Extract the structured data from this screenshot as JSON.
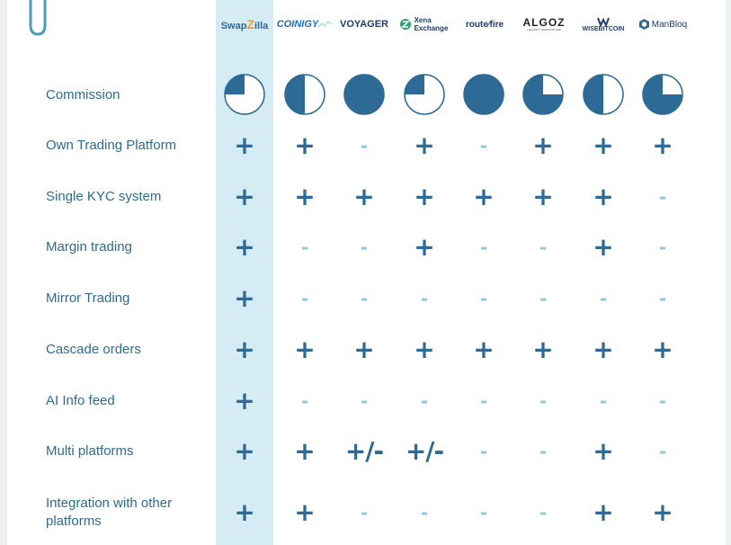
{
  "colors": {
    "accent": "#2d6a96",
    "minus": "#8ec9e2",
    "label": "#2f6b8f",
    "highlight": "#d6ecf5",
    "clip": "#4a9fb5"
  },
  "logos": [
    {
      "key": "swapzilla",
      "text_a": "Swap",
      "text_z": "Z",
      "text_b": "illa"
    },
    {
      "key": "coinigy",
      "text": "COINIGY"
    },
    {
      "key": "voyager",
      "text": "VOYAGER"
    },
    {
      "key": "xena",
      "line1": "Xena",
      "line2": "Exchange"
    },
    {
      "key": "routefire",
      "text_a": "route",
      "text_b": "fire"
    },
    {
      "key": "algoz",
      "text": "ALGOZ",
      "sub": "LIQUIDITY MARKETPLACE"
    },
    {
      "key": "wisebitcoin",
      "text": "WISEBITCOIN"
    },
    {
      "key": "manbloq",
      "text": "ManBloq"
    }
  ],
  "commission": {
    "label": "Commission",
    "values": [
      0.25,
      0.5,
      1.0,
      0.25,
      1.0,
      0.75,
      0.5,
      0.75
    ]
  },
  "symbols": {
    "plus": "+",
    "minus": "-",
    "pm": "+/-"
  },
  "rows": [
    {
      "label": "Own Trading Platform",
      "cells": [
        "plus",
        "plus",
        "minus",
        "plus",
        "minus",
        "plus",
        "plus",
        "plus"
      ]
    },
    {
      "label": "Single KYC system",
      "cells": [
        "plus",
        "plus",
        "plus",
        "plus",
        "plus",
        "plus",
        "plus",
        "minus"
      ]
    },
    {
      "label": "Margin trading",
      "cells": [
        "plus",
        "minus",
        "minus",
        "plus",
        "minus",
        "minus",
        "plus",
        "minus"
      ]
    },
    {
      "label": "Mirror Trading",
      "cells": [
        "plus",
        "minus",
        "minus",
        "minus",
        "minus",
        "minus",
        "minus",
        "minus"
      ]
    },
    {
      "label": "Cascade orders",
      "cells": [
        "plus",
        "plus",
        "plus",
        "plus",
        "plus",
        "plus",
        "plus",
        "plus"
      ]
    },
    {
      "label": "AI Info feed",
      "cells": [
        "plus",
        "minus",
        "minus",
        "minus",
        "minus",
        "minus",
        "minus",
        "minus"
      ]
    },
    {
      "label": "Multi platforms",
      "cells": [
        "plus",
        "plus",
        "pm",
        "pm",
        "minus",
        "minus",
        "plus",
        "minus"
      ]
    },
    {
      "label": "Integration with other platforms",
      "cells": [
        "plus",
        "plus",
        "minus",
        "minus",
        "minus",
        "minus",
        "plus",
        "plus"
      ]
    }
  ]
}
